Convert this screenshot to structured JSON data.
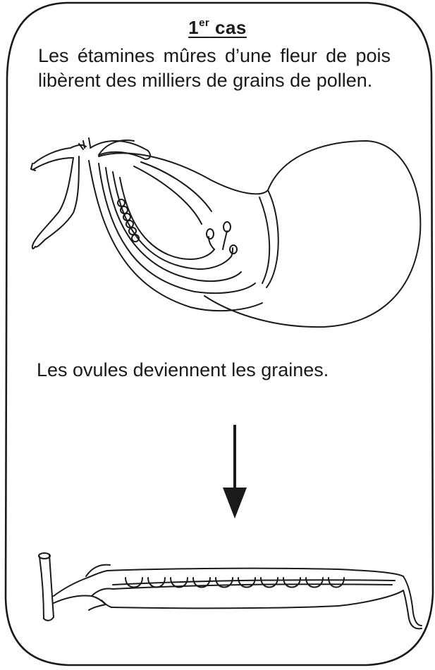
{
  "card": {
    "title_main": "1",
    "title_superscript": "er",
    "title_suffix": " cas",
    "intro_text": "Les étamines mûres d’une fleur de pois libèrent des milliers de grains de pollen.",
    "caption_text": "Les ovules deviennent les graines."
  },
  "illustrations": {
    "top": "pea-flower-cross-section",
    "arrow": "down-arrow",
    "bottom": "pea-pod-with-seeds"
  },
  "colors": {
    "ink": "#1a1a1a",
    "paper": "#ffffff"
  }
}
